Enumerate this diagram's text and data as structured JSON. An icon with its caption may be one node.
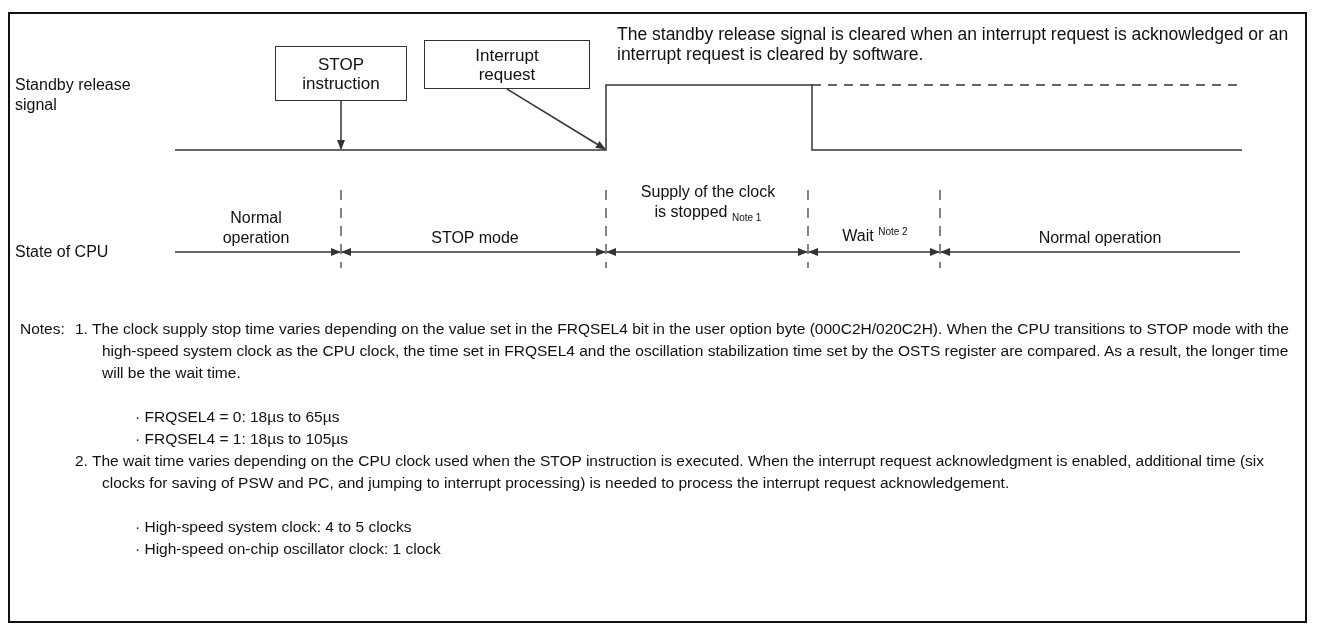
{
  "diagram": {
    "nodes": [
      {
        "text": [
          "STOP instruction"
        ]
      },
      {
        "text": [
          "Interrupt request"
        ]
      }
    ],
    "edges": [
      {
        "from": 0,
        "to": null,
        "arrow": "to"
      },
      {
        "from": 1,
        "to": null,
        "arrow": "to"
      }
    ],
    "labels": [
      "Standby release signal",
      "The standby release signal is cleared when an interrupt request is acknowledged or an interrupt request is cleared by software.",
      "State of CPU",
      "Normal operation",
      "STOP mode",
      "Supply of the clock is stopped $_{Note 1}$",
      "Wait $^{Note 2}$",
      "Normal operation",
      "Notes:",
      "1. The clock supply stop time varies depending on the value set in the FRQSEL4 bit in the user option byte (000C2H/020C2H). When the CPU transitions to STOP mode with the high-speed system clock as the CPU clock, the time set in FRQSEL4 and the oscillation stabilization time set by the OSTS register are compared. As a result, the longer time will be the wait time.",
      "· FRQSEL4 = 0: 18µs to 65µs",
      "· FRQSEL4 = 1: 18µs to 105µs",
      "2. The wait time varies depending on the CPU clock used when the STOP instruction is executed. When the interrupt request acknowledgment is enabled, additional time (six clocks for saving of PSW and PC, and jumping to interrupt processing) is needed to process the interrupt request acknowledgement.",
      "· High-speed system clock: 4 to 5 clocks",
      "· High-speed on-chip oscillator clock: 1 clock"
    ]
  }
}
